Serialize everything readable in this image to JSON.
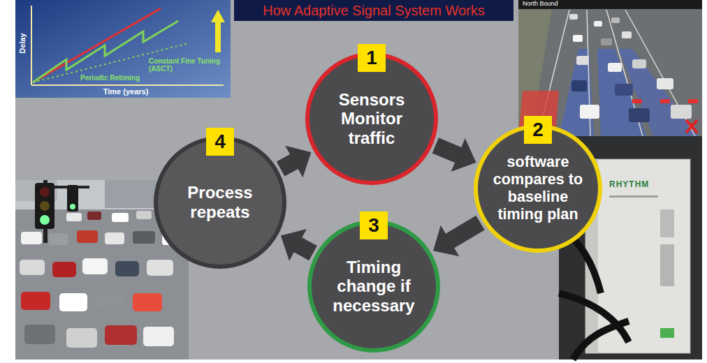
{
  "diagram": {
    "title": "How Adaptive Signal System Works",
    "nodes": [
      {
        "text": [
          "1",
          "Sensors Monitor traffic"
        ]
      },
      {
        "text": [
          "2",
          "software compares to baseline timing plan"
        ]
      },
      {
        "text": [
          "3",
          "Timing change if necessary"
        ]
      },
      {
        "text": [
          "4",
          "Process repeats"
        ]
      }
    ],
    "edges": [
      {
        "from": 0,
        "to": 1,
        "arrow": "to"
      },
      {
        "from": 1,
        "to": 2,
        "arrow": "to"
      },
      {
        "from": 2,
        "to": 3,
        "arrow": "to"
      },
      {
        "from": 3,
        "to": 0,
        "arrow": "to"
      }
    ],
    "labels": [
      "Delay",
      "Time (years)",
      "Periodic Retiming",
      "Constant Fine Tuning (ASCT)",
      "North Bound",
      "RHYTHM"
    ]
  }
}
